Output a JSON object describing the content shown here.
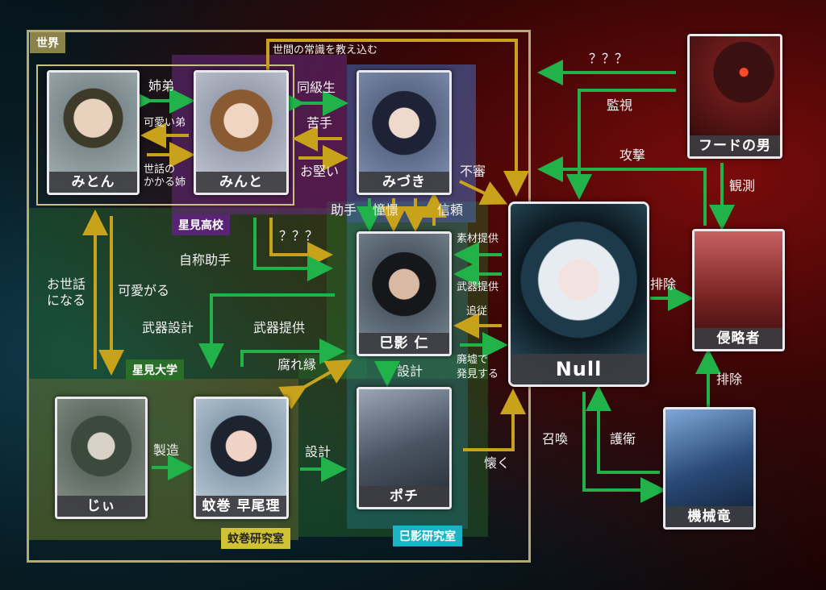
{
  "groups": {
    "world": "世界",
    "hoshimi_high": "星見高校",
    "hoshimi_univ": "星見大学",
    "kamaki_lab": "蚊巻研究室",
    "mikage_lab": "巳影研究室"
  },
  "characters": {
    "miton": "みとん",
    "minto": "みんと",
    "mizuki": "みづき",
    "mikage": "巳影 仁",
    "null": "Null",
    "hood": "フードの男",
    "invader": "侵略者",
    "jii": "じぃ",
    "kamaki": "蚊巻 早尾理",
    "pochi": "ポチ",
    "mech_dragon": "機械竜"
  },
  "relations": {
    "siblings": "姉弟",
    "cute_brother": "可愛い弟",
    "caring_sister_1": "世話の",
    "caring_sister_2": "かかる姉",
    "classmate": "同級生",
    "dislike": "苦手",
    "stiff": "お堅い",
    "teach_common_sense": "世間の常識を教え込む",
    "unknown_1": "？？？",
    "unknown_2": "？？？",
    "self_assistant": "自称助手",
    "assistant": "助手",
    "admiration": "憧憬",
    "trust": "信頼",
    "suspicious": "不審",
    "cared_for_1": "お世話",
    "cared_for_2": "になる",
    "adores": "可愛がる",
    "weapon_design": "武器設計",
    "weapon_supply_1": "武器提供",
    "bad_bond": "腐れ縁",
    "material_supply": "素材提供",
    "weapon_supply_2": "武器提供",
    "follow": "追従",
    "found_ruins_1": "廃墟で",
    "found_ruins_2": "発見する",
    "design_1": "設計",
    "design_2": "設計",
    "manufacture": "製造",
    "attached": "懐く",
    "monitor": "監視",
    "attack": "攻撃",
    "observe": "観測",
    "eliminate_1": "排除",
    "eliminate_2": "排除",
    "summon": "召喚",
    "guard": "護衛"
  },
  "colors": {
    "green_arrow": "#22b24a",
    "gold_arrow": "#c9a21c",
    "world_frame": "#b5ab72",
    "high_school": "#6a2a82",
    "university": "#2a6e2a",
    "kamaki_lab": "#7d8a2a",
    "mikage_lab": "#2a8fa8"
  }
}
